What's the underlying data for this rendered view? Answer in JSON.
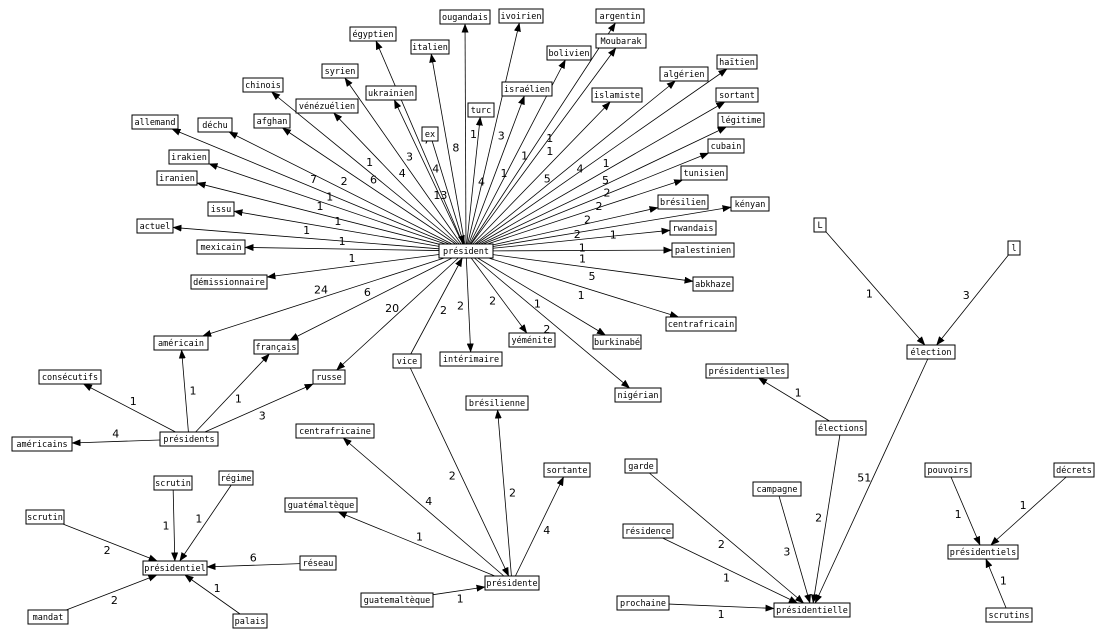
{
  "colors": {
    "background": "#ffffff",
    "line": "#000000",
    "text": "#000000"
  },
  "nodes": [
    {
      "id": "president",
      "label": "président"
    },
    {
      "id": "ougandais",
      "label": "ougandais"
    },
    {
      "id": "ivoirien",
      "label": "ivoirien"
    },
    {
      "id": "argentin",
      "label": "argentin"
    },
    {
      "id": "egyptien",
      "label": "égyptien"
    },
    {
      "id": "italien",
      "label": "italien"
    },
    {
      "id": "bolivien",
      "label": "bolivien"
    },
    {
      "id": "moubarak",
      "label": "Moubarak"
    },
    {
      "id": "syrien",
      "label": "syrien"
    },
    {
      "id": "chinois",
      "label": "chinois"
    },
    {
      "id": "ukrainien",
      "label": "ukrainien"
    },
    {
      "id": "israelien",
      "label": "israélien"
    },
    {
      "id": "algerien",
      "label": "algérien"
    },
    {
      "id": "haitien",
      "label": "haïtien"
    },
    {
      "id": "venezuelien",
      "label": "vénézuélien"
    },
    {
      "id": "islamiste",
      "label": "islamiste"
    },
    {
      "id": "sortant",
      "label": "sortant"
    },
    {
      "id": "allemand",
      "label": "allemand"
    },
    {
      "id": "dechu",
      "label": "déchu"
    },
    {
      "id": "afghan",
      "label": "afghan"
    },
    {
      "id": "turc",
      "label": "turc"
    },
    {
      "id": "legitime",
      "label": "légitime"
    },
    {
      "id": "ex",
      "label": "ex"
    },
    {
      "id": "cubain",
      "label": "cubain"
    },
    {
      "id": "irakien",
      "label": "irakien"
    },
    {
      "id": "tunisien",
      "label": "tunisien"
    },
    {
      "id": "iranien",
      "label": "iranien"
    },
    {
      "id": "bresilien",
      "label": "brésilien"
    },
    {
      "id": "kenyan",
      "label": "kényan"
    },
    {
      "id": "issu",
      "label": "issu"
    },
    {
      "id": "actuel",
      "label": "actuel"
    },
    {
      "id": "rwandais",
      "label": "rwandais"
    },
    {
      "id": "mexicain",
      "label": "mexicain"
    },
    {
      "id": "palestinien",
      "label": "palestinien"
    },
    {
      "id": "demissionnaire",
      "label": "démissionnaire"
    },
    {
      "id": "abkhaze",
      "label": "abkhaze"
    },
    {
      "id": "centrafricain",
      "label": "centrafricain"
    },
    {
      "id": "americain",
      "label": "américain"
    },
    {
      "id": "francais",
      "label": "français"
    },
    {
      "id": "yemenite",
      "label": "yéménite"
    },
    {
      "id": "burkinabe",
      "label": "burkinabé"
    },
    {
      "id": "vice",
      "label": "vice"
    },
    {
      "id": "interimaire",
      "label": "intérimaire"
    },
    {
      "id": "russe",
      "label": "russe"
    },
    {
      "id": "nigerian",
      "label": "nigérian"
    },
    {
      "id": "consecutifs",
      "label": "consécutifs"
    },
    {
      "id": "presidents",
      "label": "présidents"
    },
    {
      "id": "americains",
      "label": "américains"
    },
    {
      "id": "bresilienne",
      "label": "brésilienne"
    },
    {
      "id": "centrafricaine",
      "label": "centrafricaine"
    },
    {
      "id": "sortante",
      "label": "sortante"
    },
    {
      "id": "scrutin",
      "label": "scrutin"
    },
    {
      "id": "regime",
      "label": "régime"
    },
    {
      "id": "scrutin2",
      "label": "scrutin"
    },
    {
      "id": "guatemalteque",
      "label": "guatémaltèque"
    },
    {
      "id": "presidentiel",
      "label": "présidentiel"
    },
    {
      "id": "reseau",
      "label": "réseau"
    },
    {
      "id": "presidente",
      "label": "présidente"
    },
    {
      "id": "mandat",
      "label": "mandat"
    },
    {
      "id": "palais",
      "label": "palais"
    },
    {
      "id": "guatemalteque2",
      "label": "guatemaltèque"
    },
    {
      "id": "L",
      "label": "L"
    },
    {
      "id": "l",
      "label": "l"
    },
    {
      "id": "election",
      "label": "élection"
    },
    {
      "id": "presidentielles",
      "label": "présidentielles"
    },
    {
      "id": "elections",
      "label": "élections"
    },
    {
      "id": "garde",
      "label": "garde"
    },
    {
      "id": "campagne",
      "label": "campagne"
    },
    {
      "id": "residence",
      "label": "résidence"
    },
    {
      "id": "prochaine",
      "label": "prochaine"
    },
    {
      "id": "presidentielle",
      "label": "présidentielle"
    },
    {
      "id": "pouvoirs",
      "label": "pouvoirs"
    },
    {
      "id": "decrets",
      "label": "décrets"
    },
    {
      "id": "presidentiels",
      "label": "présidentiels"
    },
    {
      "id": "scrutins",
      "label": "scrutins"
    }
  ],
  "edges": [
    {
      "source": "president",
      "target": "ougandais",
      "weight": "1"
    },
    {
      "source": "president",
      "target": "ivoirien",
      "weight": "3"
    },
    {
      "source": "president",
      "target": "argentin",
      "weight": "1"
    },
    {
      "source": "president",
      "target": "egyptien",
      "weight": "7"
    },
    {
      "source": "president",
      "target": "italien",
      "weight": "8"
    },
    {
      "source": "president",
      "target": "bolivien",
      "weight": "1"
    },
    {
      "source": "president",
      "target": "moubarak",
      "weight": "1"
    },
    {
      "source": "president",
      "target": "syrien",
      "weight": "3"
    },
    {
      "source": "president",
      "target": "chinois",
      "weight": "1"
    },
    {
      "source": "president",
      "target": "ukrainien",
      "weight": "4"
    },
    {
      "source": "president",
      "target": "israelien",
      "weight": "1"
    },
    {
      "source": "president",
      "target": "algerien",
      "weight": "4"
    },
    {
      "source": "president",
      "target": "haitien",
      "weight": "1"
    },
    {
      "source": "president",
      "target": "venezuelien",
      "weight": "4"
    },
    {
      "source": "president",
      "target": "islamiste",
      "weight": "5"
    },
    {
      "source": "president",
      "target": "sortant",
      "weight": "5"
    },
    {
      "source": "president",
      "target": "allemand",
      "weight": "7"
    },
    {
      "source": "president",
      "target": "dechu",
      "weight": "2"
    },
    {
      "source": "president",
      "target": "afghan",
      "weight": "6"
    },
    {
      "source": "president",
      "target": "turc",
      "weight": "4"
    },
    {
      "source": "president",
      "target": "legitime",
      "weight": "2"
    },
    {
      "source": "ex",
      "target": "president",
      "weight": "13"
    },
    {
      "source": "president",
      "target": "cubain",
      "weight": "2"
    },
    {
      "source": "president",
      "target": "irakien",
      "weight": "1"
    },
    {
      "source": "president",
      "target": "tunisien",
      "weight": "2"
    },
    {
      "source": "president",
      "target": "iranien",
      "weight": "1"
    },
    {
      "source": "president",
      "target": "bresilien",
      "weight": "2"
    },
    {
      "source": "president",
      "target": "kenyan",
      "weight": "1"
    },
    {
      "source": "president",
      "target": "issu",
      "weight": "1"
    },
    {
      "source": "president",
      "target": "actuel",
      "weight": "1"
    },
    {
      "source": "president",
      "target": "rwandais",
      "weight": "1"
    },
    {
      "source": "president",
      "target": "mexicain",
      "weight": "1"
    },
    {
      "source": "president",
      "target": "palestinien",
      "weight": "1"
    },
    {
      "source": "president",
      "target": "demissionnaire",
      "weight": "1"
    },
    {
      "source": "president",
      "target": "abkhaze",
      "weight": "5"
    },
    {
      "source": "president",
      "target": "centrafricain",
      "weight": "1"
    },
    {
      "source": "president",
      "target": "americain",
      "weight": "24"
    },
    {
      "source": "president",
      "target": "francais",
      "weight": "6"
    },
    {
      "source": "president",
      "target": "yemenite",
      "weight": "2"
    },
    {
      "source": "president",
      "target": "burkinabe",
      "weight": "1"
    },
    {
      "source": "vice",
      "target": "president",
      "weight": "2"
    },
    {
      "source": "president",
      "target": "interimaire",
      "weight": "2"
    },
    {
      "source": "president",
      "target": "russe",
      "weight": "20"
    },
    {
      "source": "president",
      "target": "nigerian",
      "weight": "2"
    },
    {
      "source": "presidents",
      "target": "consecutifs",
      "weight": "1"
    },
    {
      "source": "presidents",
      "target": "americain",
      "weight": "1"
    },
    {
      "source": "presidents",
      "target": "francais",
      "weight": "1"
    },
    {
      "source": "presidents",
      "target": "russe",
      "weight": "3"
    },
    {
      "source": "presidents",
      "target": "americains",
      "weight": "4"
    },
    {
      "source": "scrutin",
      "target": "presidentiel",
      "weight": "1"
    },
    {
      "source": "regime",
      "target": "presidentiel",
      "weight": "1"
    },
    {
      "source": "scrutin2",
      "target": "presidentiel",
      "weight": "2"
    },
    {
      "source": "reseau",
      "target": "presidentiel",
      "weight": "6"
    },
    {
      "source": "mandat",
      "target": "presidentiel",
      "weight": "2"
    },
    {
      "source": "palais",
      "target": "presidentiel",
      "weight": "1"
    },
    {
      "source": "presidente",
      "target": "bresilienne",
      "weight": "2"
    },
    {
      "source": "presidente",
      "target": "centrafricaine",
      "weight": "4"
    },
    {
      "source": "presidente",
      "target": "sortante",
      "weight": "4"
    },
    {
      "source": "presidente",
      "target": "guatemalteque",
      "weight": "1"
    },
    {
      "source": "vice",
      "target": "presidente",
      "weight": "2"
    },
    {
      "source": "guatemalteque2",
      "target": "presidente",
      "weight": "1"
    },
    {
      "source": "L",
      "target": "election",
      "weight": "1"
    },
    {
      "source": "l",
      "target": "election",
      "weight": "3"
    },
    {
      "source": "election",
      "target": "presidentielle",
      "weight": "51"
    },
    {
      "source": "elections",
      "target": "presidentielles",
      "weight": "1"
    },
    {
      "source": "elections",
      "target": "presidentielle",
      "weight": "2"
    },
    {
      "source": "garde",
      "target": "presidentielle",
      "weight": "2"
    },
    {
      "source": "campagne",
      "target": "presidentielle",
      "weight": "3"
    },
    {
      "source": "residence",
      "target": "presidentielle",
      "weight": "1"
    },
    {
      "source": "prochaine",
      "target": "presidentielle",
      "weight": "1"
    },
    {
      "source": "pouvoirs",
      "target": "presidentiels",
      "weight": "1"
    },
    {
      "source": "decrets",
      "target": "presidentiels",
      "weight": "1"
    },
    {
      "source": "scrutins",
      "target": "presidentiels",
      "weight": "1"
    }
  ]
}
